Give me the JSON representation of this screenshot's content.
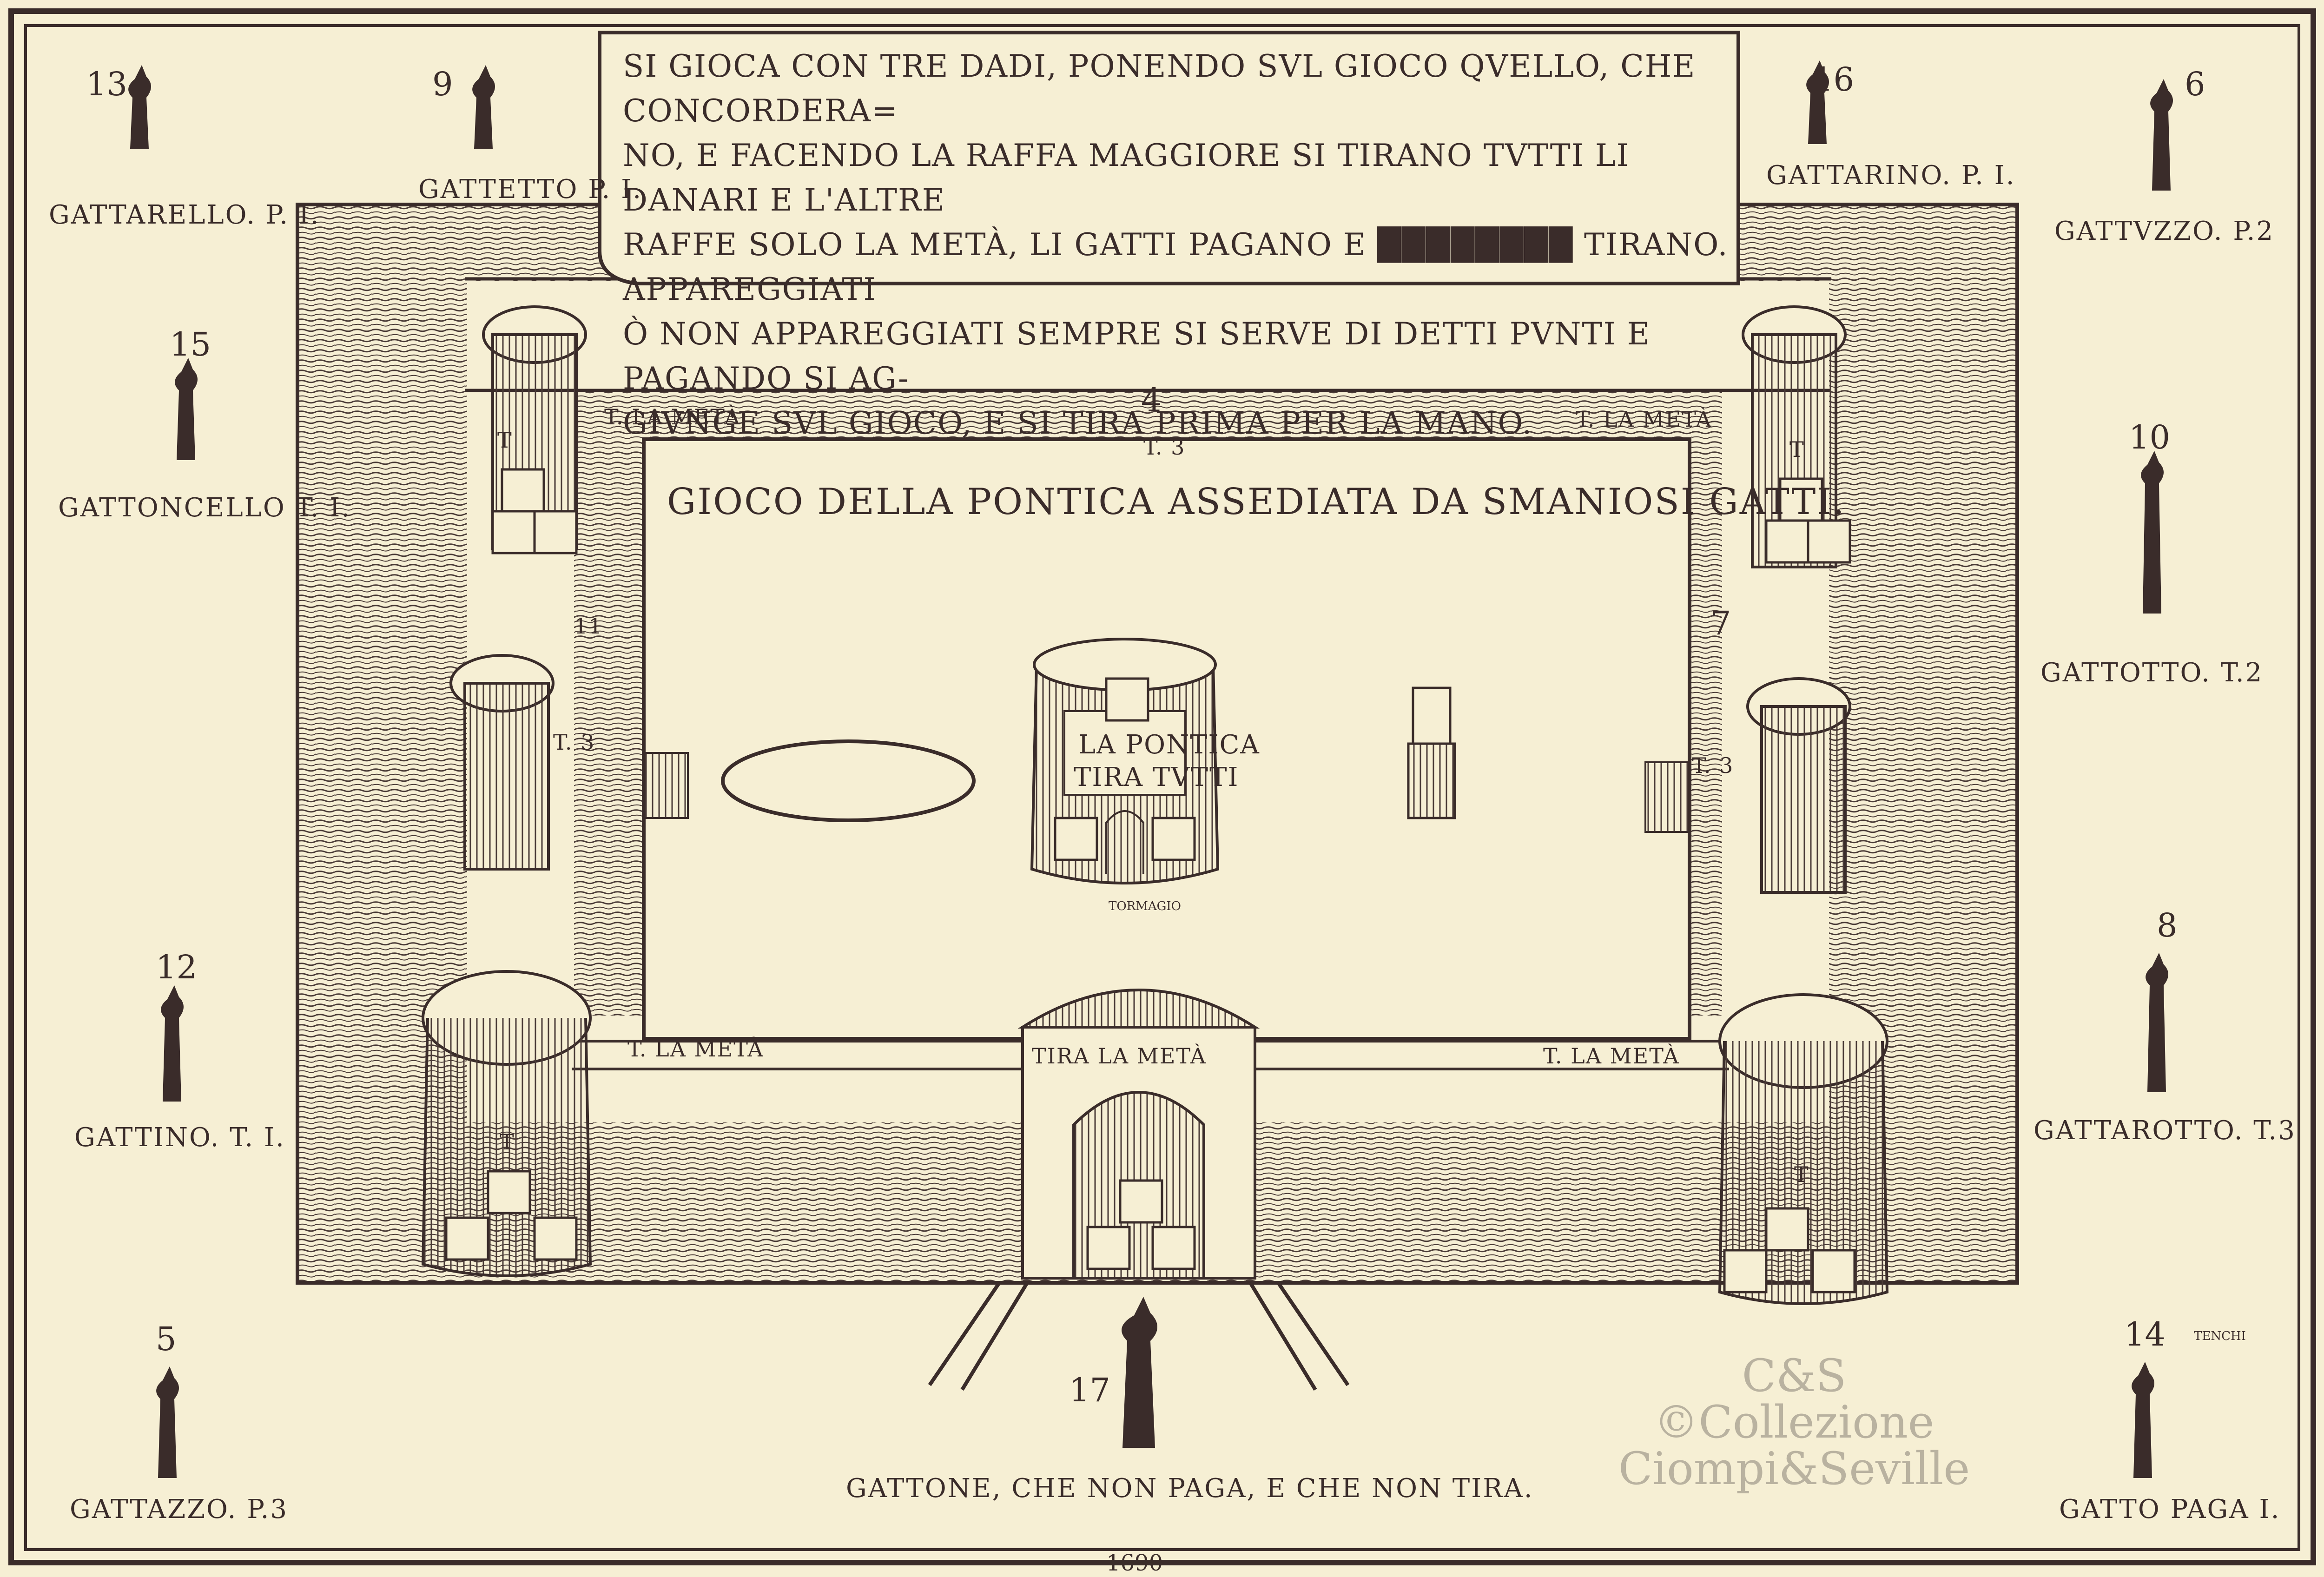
{
  "rules_text": {
    "line1": "SI GIOCA CON TRE DADI, PONENDO SVL GIOCO QVELLO, CHE CONCORDERA=",
    "line2": "NO, E FACENDO LA RAFFA MAGGIORE SI TIRANO TVTTI LI DANARI E L'ALTRE",
    "line3": "RAFFE SOLO LA METÀ, LI GATTI PAGANO E ████████ TIRANO. APPAREGGIATI",
    "line4": "Ò NON APPAREGGIATI SEMPRE SI SERVE DI DETTI PVNTI E PAGANDO SI AG-",
    "line5": "GIVNGE SVL GIOCO, E SI TIRA PRIMA PER LA MANO."
  },
  "board_title": "GIOCO DELLA PONTICA ASSEDIATA DA SMANIOSI GATTI.",
  "cats": {
    "c13": {
      "num": "13",
      "name": "GATTARELLO. P. I."
    },
    "c9": {
      "num": "9",
      "name": "GATTETTO P. I."
    },
    "c16": {
      "num": "16",
      "name": "GATTARINO. P. I."
    },
    "c6": {
      "num": "6",
      "name": "GATTVZZO. P.2"
    },
    "c15": {
      "num": "15",
      "name": "GATTONCELLO T. I."
    },
    "c10": {
      "num": "10",
      "name": "GATTOTTO. T.2"
    },
    "c12": {
      "num": "12",
      "name": "GATTINO. T. I."
    },
    "c8": {
      "num": "8",
      "name": "GATTAROTTO. T.3"
    },
    "c5": {
      "num": "5",
      "name": "GATTAZZO. P.3"
    },
    "c14": {
      "num": "14",
      "name": "GATTO PAGA I."
    },
    "c17": {
      "num": "17",
      "name": "GATTONE, CHE NON PAGA, E CHE NON TIRA."
    }
  },
  "fortress": {
    "half_top_left": "T. LA METÀ",
    "half_top_right": "T. LA METÀ",
    "half_bottom_left": "T. LA METÀ",
    "half_bottom_right": "T. LA METÀ",
    "gate_label": "TIRA LA METÀ",
    "top_num": "4",
    "top_t": "T. 3",
    "left_num": "11",
    "left_t": "T. 3",
    "right_num": "7",
    "right_t": "T. 3",
    "tower_text_1": "LA PONTICA",
    "tower_text_2": "TIRA TVTTI",
    "flag_text": "TORMAGIO",
    "tenchi_flag": "TENCHI",
    "tower_t": "T"
  },
  "date": "1690",
  "watermark": {
    "line1": "C&S",
    "line2": "©Collezione",
    "line3": "Ciompi&Seville"
  },
  "colors": {
    "ink": "#3a2c2a",
    "paper": "#f6efd4"
  }
}
